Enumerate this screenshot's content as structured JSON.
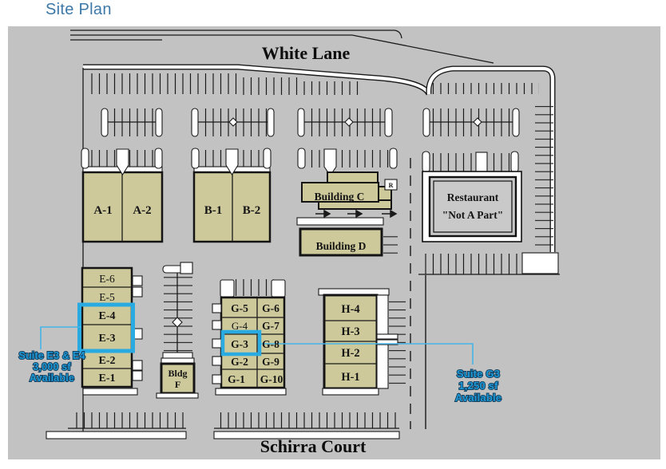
{
  "page": {
    "title": "Site Plan"
  },
  "plan": {
    "streets": {
      "top": "White Lane",
      "bottom": "Schirra Court"
    },
    "units": {
      "a": [
        "A-1",
        "A-2"
      ],
      "b": [
        "B-1",
        "B-2"
      ],
      "c": "Building C",
      "d": "Building D",
      "e": [
        "E-6",
        "E-5",
        "E-4",
        "E-3",
        "E-2",
        "E-1"
      ],
      "f": [
        "Bldg",
        "F"
      ],
      "g_left": [
        "G-5",
        "G-4",
        "G-3",
        "G-2",
        "G-1"
      ],
      "g_right": [
        "G-6",
        "G-7",
        "G-8",
        "G-9",
        "G-10"
      ],
      "h": [
        "H-4",
        "H-3",
        "H-2",
        "H-1"
      ],
      "r_box": "R"
    },
    "restaurant": {
      "line1": "Restaurant",
      "line2": "\"Not A Part\""
    },
    "callout_e": {
      "l1": "Suite E3 & E4",
      "l2": "3,000 sf",
      "l3": "Available"
    },
    "callout_g": {
      "l1": "Suite G3",
      "l2": "1,250 sf",
      "l3": "Available"
    },
    "colors": {
      "title": "#3b78a8",
      "map_bg": "#c2c2c2",
      "building_fill": "#cdc99b",
      "highlight": "#29abe2",
      "callout_fill": "#1e9ad8",
      "callout_outline": "#123f5e"
    }
  }
}
